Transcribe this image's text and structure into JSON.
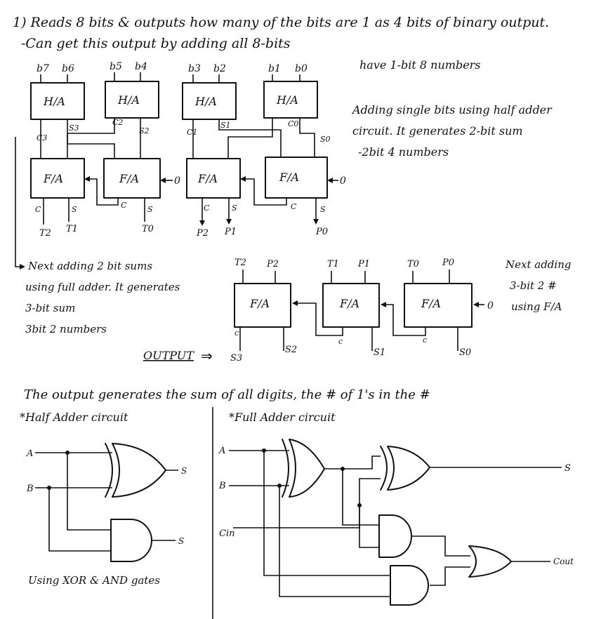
{
  "header": {
    "line1": "1) Reads 8 bits & outputs how many of the bits are 1 as 4 bits of binary output.",
    "line2": "-Can get this output by adding all 8-bits"
  },
  "notes": {
    "have": "have 1-bit 8 numbers",
    "adding1": "Adding single bits using half adder",
    "adding2": "circuit. It generates 2-bit sum",
    "adding3": "-2bit 4 numbers",
    "next1a": "Next adding 2 bit sums",
    "next1b": "using full adder. It generates",
    "next1c": "3-bit sum",
    "next1d": "3bit 2 numbers",
    "next2a": "Next adding",
    "next2b": "3-bit 2 #",
    "next2c": "using F/A",
    "output": "OUTPUT",
    "output_arrow": "⇒",
    "sum_desc": "The output generates the sum of all digits, the # of 1's in the #"
  },
  "inputs": [
    "b7",
    "b6",
    "b5",
    "b4",
    "b3",
    "b2",
    "b1",
    "b0"
  ],
  "ha_label": "H/A",
  "fa_label": "F/A",
  "ha_outputs": [
    "C3",
    "S3",
    "C2",
    "S2",
    "C1",
    "S1",
    "C0",
    "S0"
  ],
  "fa1_outputs": [
    "C",
    "S",
    "C",
    "S",
    "C",
    "S",
    "C",
    "S"
  ],
  "fa1_results": [
    "T2",
    "T1",
    "T0",
    "P2",
    "P1",
    "P0"
  ],
  "fa2_inputs": [
    "T2",
    "P2",
    "T1",
    "P1",
    "T0",
    "P0"
  ],
  "fa2_carry_labels": [
    "c",
    "c",
    "c"
  ],
  "fa2_results": [
    "S3",
    "S2",
    "S1",
    "S0"
  ],
  "zero": "0",
  "half_adder": {
    "title": "*Half Adder circuit",
    "in_a": "A",
    "in_b": "B",
    "out_top": "S",
    "out_bottom": "S",
    "caption": "Using XOR & AND gates"
  },
  "full_adder": {
    "title": "*Full Adder circuit",
    "in_a": "A",
    "in_b": "B",
    "in_c": "Cin",
    "out_s": "S",
    "out_c": "Cout"
  }
}
